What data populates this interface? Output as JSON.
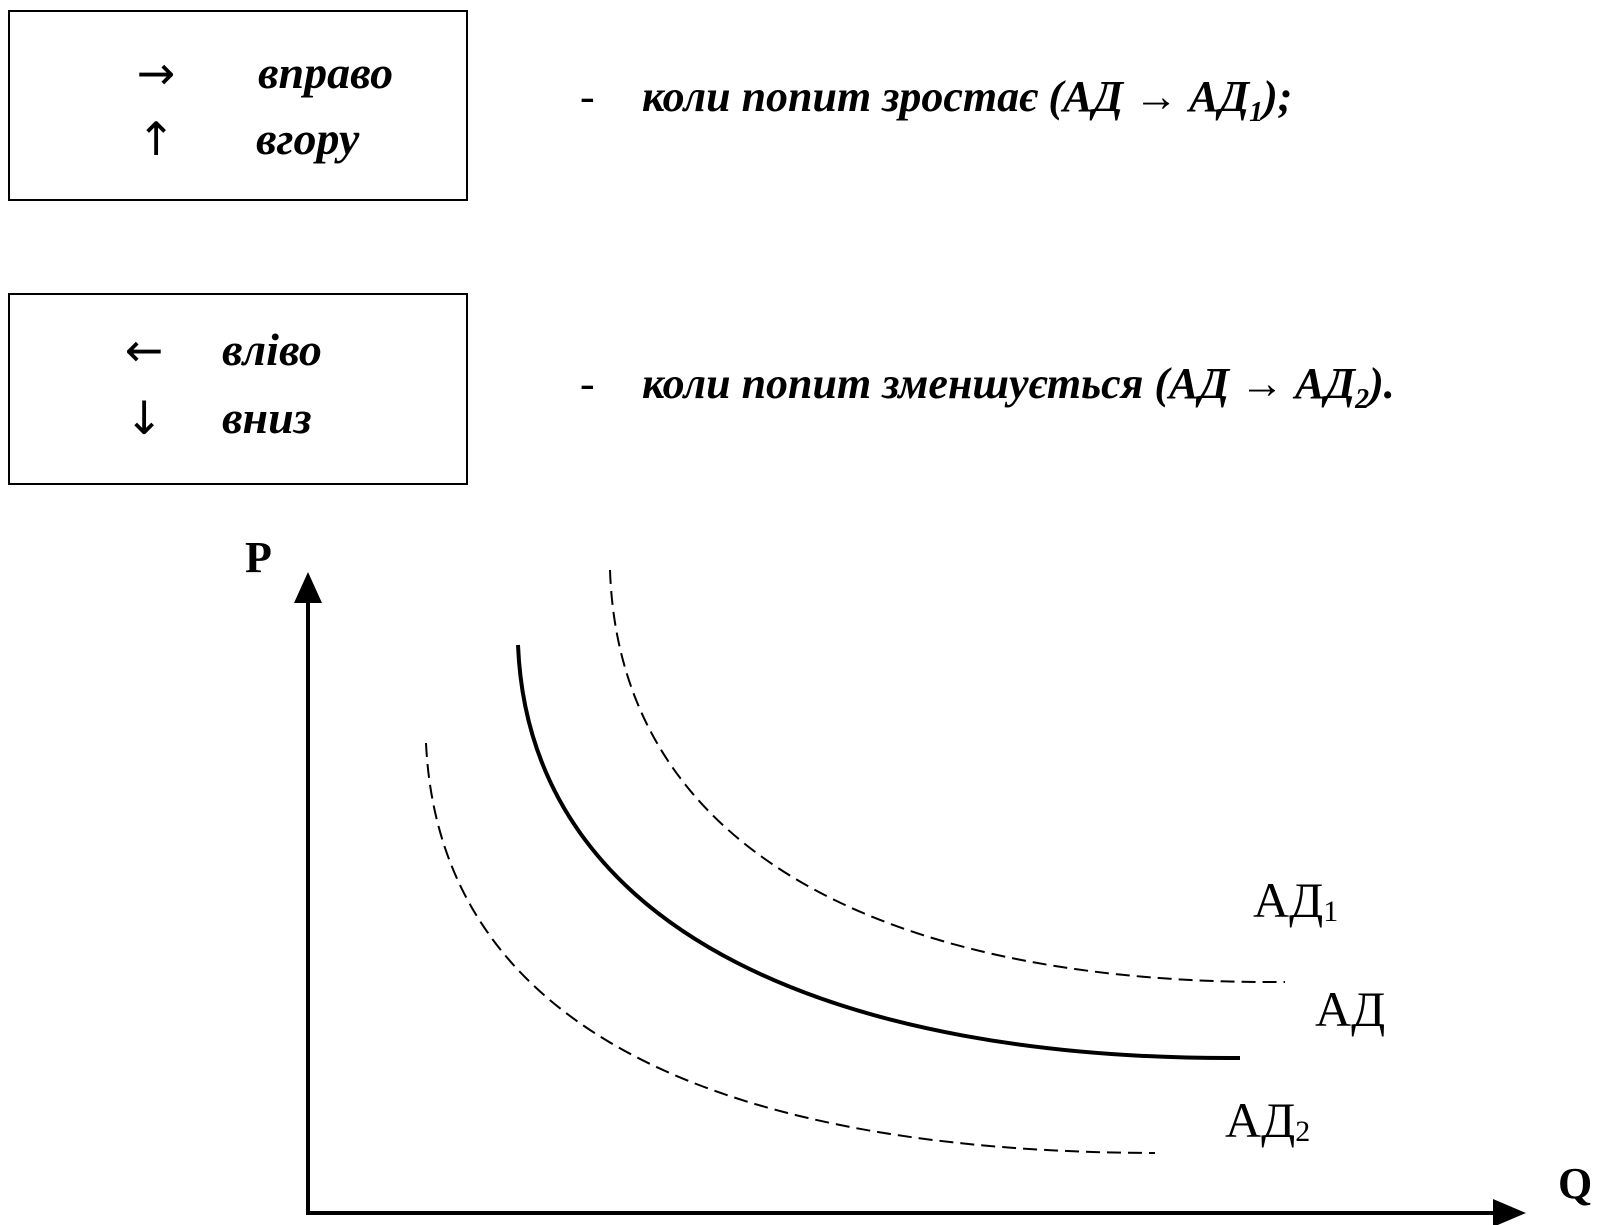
{
  "legend": {
    "increase": {
      "arrow_right": "→",
      "word_right": "вправо",
      "arrow_up": "↑",
      "word_up": "вгору",
      "dash": "-",
      "text": "коли попит зростає (АД ",
      "arrow": "→",
      "target": " АД",
      "target_sub": "1",
      "tail": ");"
    },
    "decrease": {
      "arrow_left": "←",
      "word_left": "вліво",
      "arrow_down": "↓",
      "word_down": "вниз",
      "dash": "-",
      "text": "коли попит зменшується (АД ",
      "arrow": "→",
      "target": " АД",
      "target_sub": "2",
      "tail": ")."
    }
  },
  "graph": {
    "y_axis_label": "P",
    "x_axis_label": "Q",
    "curves": [
      {
        "name": "АД",
        "sub": "1",
        "style": "dashed"
      },
      {
        "name": "АД",
        "sub": "",
        "style": "solid"
      },
      {
        "name": "АД",
        "sub": "2",
        "style": "dashed"
      }
    ]
  }
}
